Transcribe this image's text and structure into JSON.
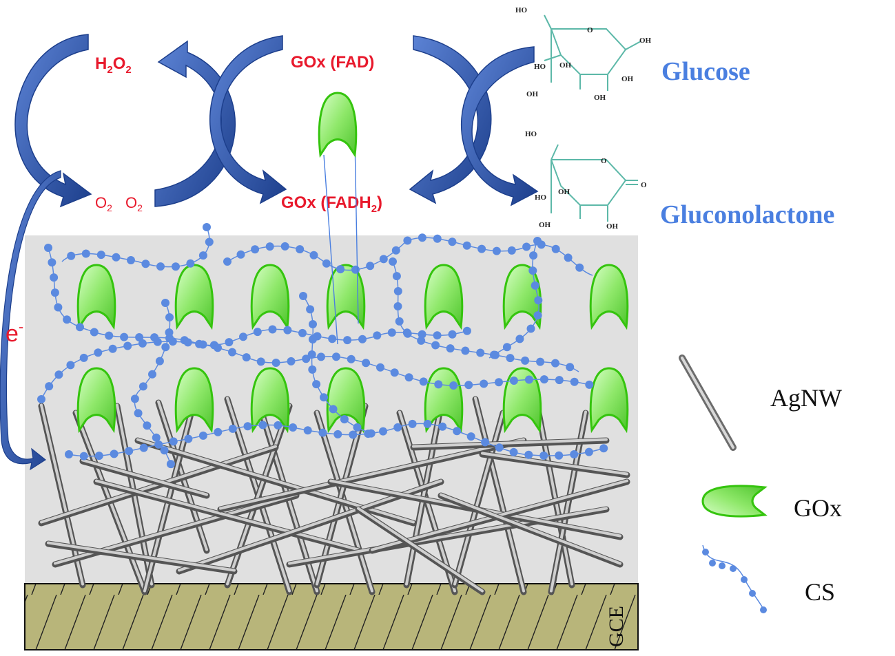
{
  "cycle": {
    "h2o2": "H",
    "h2o2_sub1": "2",
    "h2o2_mid": "O",
    "h2o2_sub2": "2",
    "o2_a": "O",
    "o2_a_sub": "2",
    "o2_b": "O",
    "o2_b_sub": "2",
    "gox_fad": "GOx (FAD)",
    "gox_fadh2": "GOx (FADH",
    "gox_fadh2_sub": "2",
    "gox_fadh2_close": ")"
  },
  "molecules": {
    "glucose": "Glucose",
    "gluconolactone": "Gluconolactone",
    "ho": "HO",
    "oh": "OH",
    "o": "O"
  },
  "electron": "e",
  "electron_sup": "-",
  "electrode": "GCE",
  "legend": {
    "agnw": "AgNW",
    "gox": "GOx",
    "cs": "CS"
  },
  "colors": {
    "arrow": "#2a4f9e",
    "reaction_text": "#e8192c",
    "molecule_text": "#4a7fe0",
    "enzyme_fill": "#7de05a",
    "chain": "#5b8ae0",
    "background_layer": "#e0e0e0",
    "electrode": "#b8b57a"
  }
}
